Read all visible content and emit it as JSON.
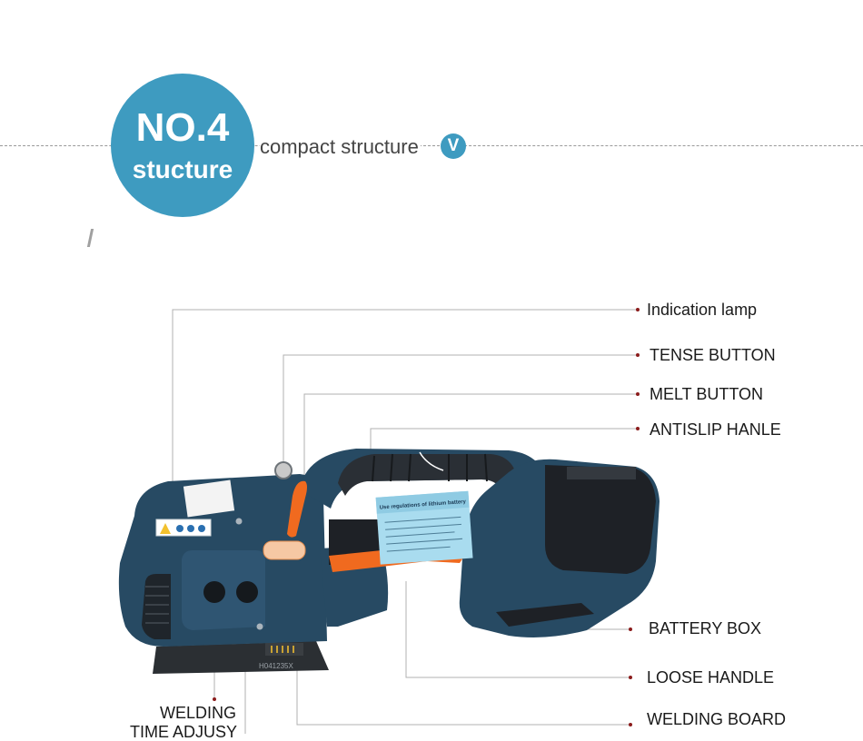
{
  "header": {
    "badge_title": "NO.4",
    "badge_subtitle": "stucture",
    "subtitle": "compact structure",
    "v_icon": "V"
  },
  "label_tag": {
    "title": "Use regulations of lithium battery"
  },
  "device": {
    "model_code": "H041235X"
  },
  "callouts": {
    "indication_lamp": "Indication lamp",
    "tense_button": "TENSE BUTTON",
    "melt_button": "MELT BUTTON",
    "antislip_handle": "ANTISLIP HANLE",
    "battery_box": "BATTERY BOX",
    "loose_handle": "LOOSE HANDLE",
    "welding_board": "WELDING BOARD",
    "welding_time_line1": "WELDING",
    "welding_time_line2": "TIME ADJUSY"
  },
  "colors": {
    "accent": "#3e9bc0",
    "body": "#274a63",
    "handle": "#2a2f35",
    "lever": "#f06a1f",
    "bullet": "#8b1c1c"
  }
}
